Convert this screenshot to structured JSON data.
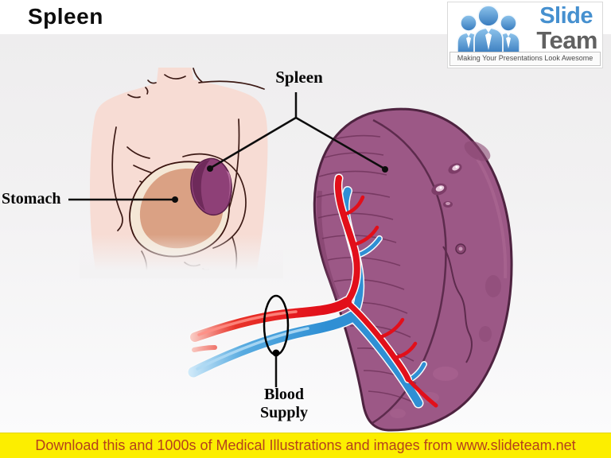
{
  "title": "Spleen",
  "logo": {
    "icon": "slideteam-people-icon",
    "slide": "Slide",
    "team": "Team",
    "tagline": "Making Your Presentations Look Awesome"
  },
  "labels": {
    "spleen": "Spleen",
    "stomach": "Stomach",
    "blood_line1": "Blood",
    "blood_line2": "Supply"
  },
  "banner": {
    "text": "Download this and 1000s of Medical Illustrations and images from www.slideteam.net"
  },
  "colors": {
    "spleen_purple": "#9c5886",
    "spleen_outline": "#4e2340",
    "small_spleen": "#8e4077",
    "artery_red": "#e20f1a",
    "vein_blue": "#2f8fd4",
    "skin": "#f7dcd4",
    "stomach_rim": "#f4e7d6",
    "stomach_body": "#daa184",
    "banner_yellow": "#fcee00",
    "banner_text": "#b5411c",
    "logo_blue": "#4690cf",
    "logo_gray": "#616161"
  }
}
